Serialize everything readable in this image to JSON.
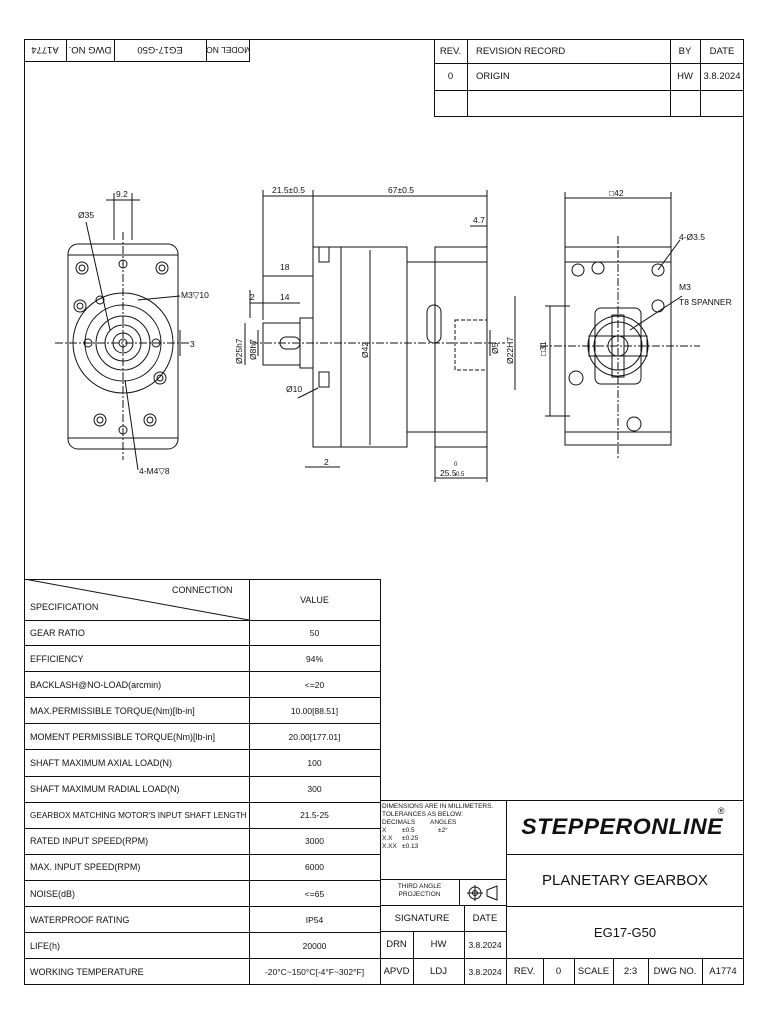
{
  "title_block_top": {
    "model_label": "MODEL NO.",
    "model_value": "EG17-G50",
    "dwg_label": "DWG NO.",
    "dwg_value": "A1774"
  },
  "revision": {
    "headers": [
      "REV.",
      "REVISION RECORD",
      "BY",
      "DATE"
    ],
    "rows": [
      [
        "0",
        "ORIGIN",
        "HW",
        "3.8.2024"
      ]
    ]
  },
  "drawing": {
    "front": {
      "dim_9_2": "9.2",
      "dim_35": "Ø35",
      "m3": "M3▽10",
      "dim_3": "3",
      "m4": "4-M4▽8"
    },
    "side": {
      "dim_21_5": "21.5±0.5",
      "dim_67": "67±0.5",
      "dim_4_7": "4.7",
      "dim_18": "18",
      "dim_2a": "2",
      "dim_14": "14",
      "dim_25h7": "Ø25h7",
      "dim_8h7": "Ø8h7",
      "dim_10": "Ø10",
      "dim_42": "Ø42",
      "dim_5": "Ø5",
      "dim_22h7": "Ø22H7",
      "dim_2b": "2",
      "dim_25_5": "25.5",
      "dim_25_5_tol_up": "0",
      "dim_25_5_tol_dn": "-0.5"
    },
    "rear": {
      "dim_sq42": "□42",
      "dim_4_3_5": "4-Ø3.5",
      "m3": "M3",
      "spanner": "T8 SPANNER",
      "dim_sq31": "□31"
    }
  },
  "spec_table": {
    "connection": "CONNECTION",
    "specification": "SPECIFICATION",
    "value": "VALUE",
    "rows": [
      [
        "GEAR RATIO",
        "50"
      ],
      [
        "EFFICIENCY",
        "94%"
      ],
      [
        "BACKLASH@NO-LOAD(arcmin)",
        "<=20"
      ],
      [
        "MAX.PERMISSIBLE TORQUE(Nm)[lb-in]",
        "10.00[88.51]"
      ],
      [
        "MOMENT PERMISSIBLE TORQUE(Nm)[lb-in]",
        "20.00[177.01]"
      ],
      [
        "SHAFT MAXIMUM AXIAL LOAD(N)",
        "100"
      ],
      [
        "SHAFT MAXIMUM RADIAL LOAD(N)",
        "300"
      ],
      [
        "GEARBOX MATCHING MOTOR'S INPUT SHAFT LENGTH (mm)",
        "21.5-25"
      ],
      [
        "RATED INPUT SPEED(RPM)",
        "3000"
      ],
      [
        "MAX. INPUT SPEED(RPM)",
        "6000"
      ],
      [
        "NOISE(dB)",
        "<=65"
      ],
      [
        "WATERPROOF RATING",
        "IP54"
      ],
      [
        "LIFE(h)",
        "20000"
      ],
      [
        "WORKING TEMPERATURE",
        "-20°C~150°C[-4°F~302°F]"
      ]
    ]
  },
  "tolerance": {
    "line1": "DIMENSIONS ARE IN MILLIMETERS.",
    "line2": "TOLERANCES AS BELOW:",
    "decimals": "DECIMALS",
    "angles": "ANGLES",
    "x": "X",
    "x_val": "±0.5",
    "angle_val": "±2°",
    "xx": "X.X",
    "xx_val": "±0.25",
    "xxx": "X.XX",
    "xxx_val": "±0.13"
  },
  "projection": {
    "line1": "THIRD ANGLE",
    "line2": "PROJECTION"
  },
  "sign": {
    "signature": "SIGNATURE",
    "date": "DATE",
    "drn": "DRN",
    "drn_by": "HW",
    "drn_date": "3.8.2024",
    "apvd": "APVD",
    "apvd_by": "LDJ",
    "apvd_date": "3.8.2024"
  },
  "brand": {
    "name": "STEPPERONLINE",
    "reg": "®"
  },
  "product": {
    "title": "PLANETARY GEARBOX",
    "model": "EG17-G50"
  },
  "bottom": {
    "rev_label": "REV.",
    "rev_value": "0",
    "scale_label": "SCALE",
    "scale_value": "2:3",
    "dwg_label": "DWG NO.",
    "dwg_value": "A1774"
  }
}
